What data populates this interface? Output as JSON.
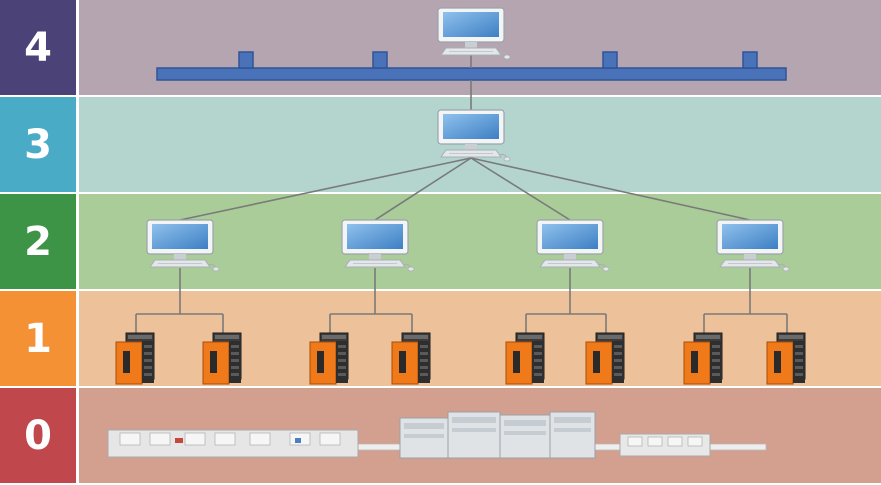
{
  "levels": [
    {
      "label": "4",
      "box_color": "#4b4378",
      "band_color": "#b4a5b0"
    },
    {
      "label": "3",
      "box_color": "#4aabc7",
      "band_color": "#b3d5ce"
    },
    {
      "label": "2",
      "box_color": "#3d9447",
      "band_color": "#a9cc98"
    },
    {
      "label": "1",
      "box_color": "#f39134",
      "band_color": "#edc29a"
    },
    {
      "label": "0",
      "box_color": "#c0474c",
      "band_color": "#d39f8f"
    }
  ],
  "colors": {
    "bus": "#4a72b8",
    "bus_border": "#2f5597",
    "connector_line": "#7a7a7a",
    "monitor_screen": "#3d7fc4",
    "device_orange": "#f07a1a"
  },
  "icons": {
    "computer": "desktop-computer-icon",
    "field_device": "drive-controller-icon",
    "machine": "production-line-machine-icon",
    "bus": "network-bus-icon"
  }
}
